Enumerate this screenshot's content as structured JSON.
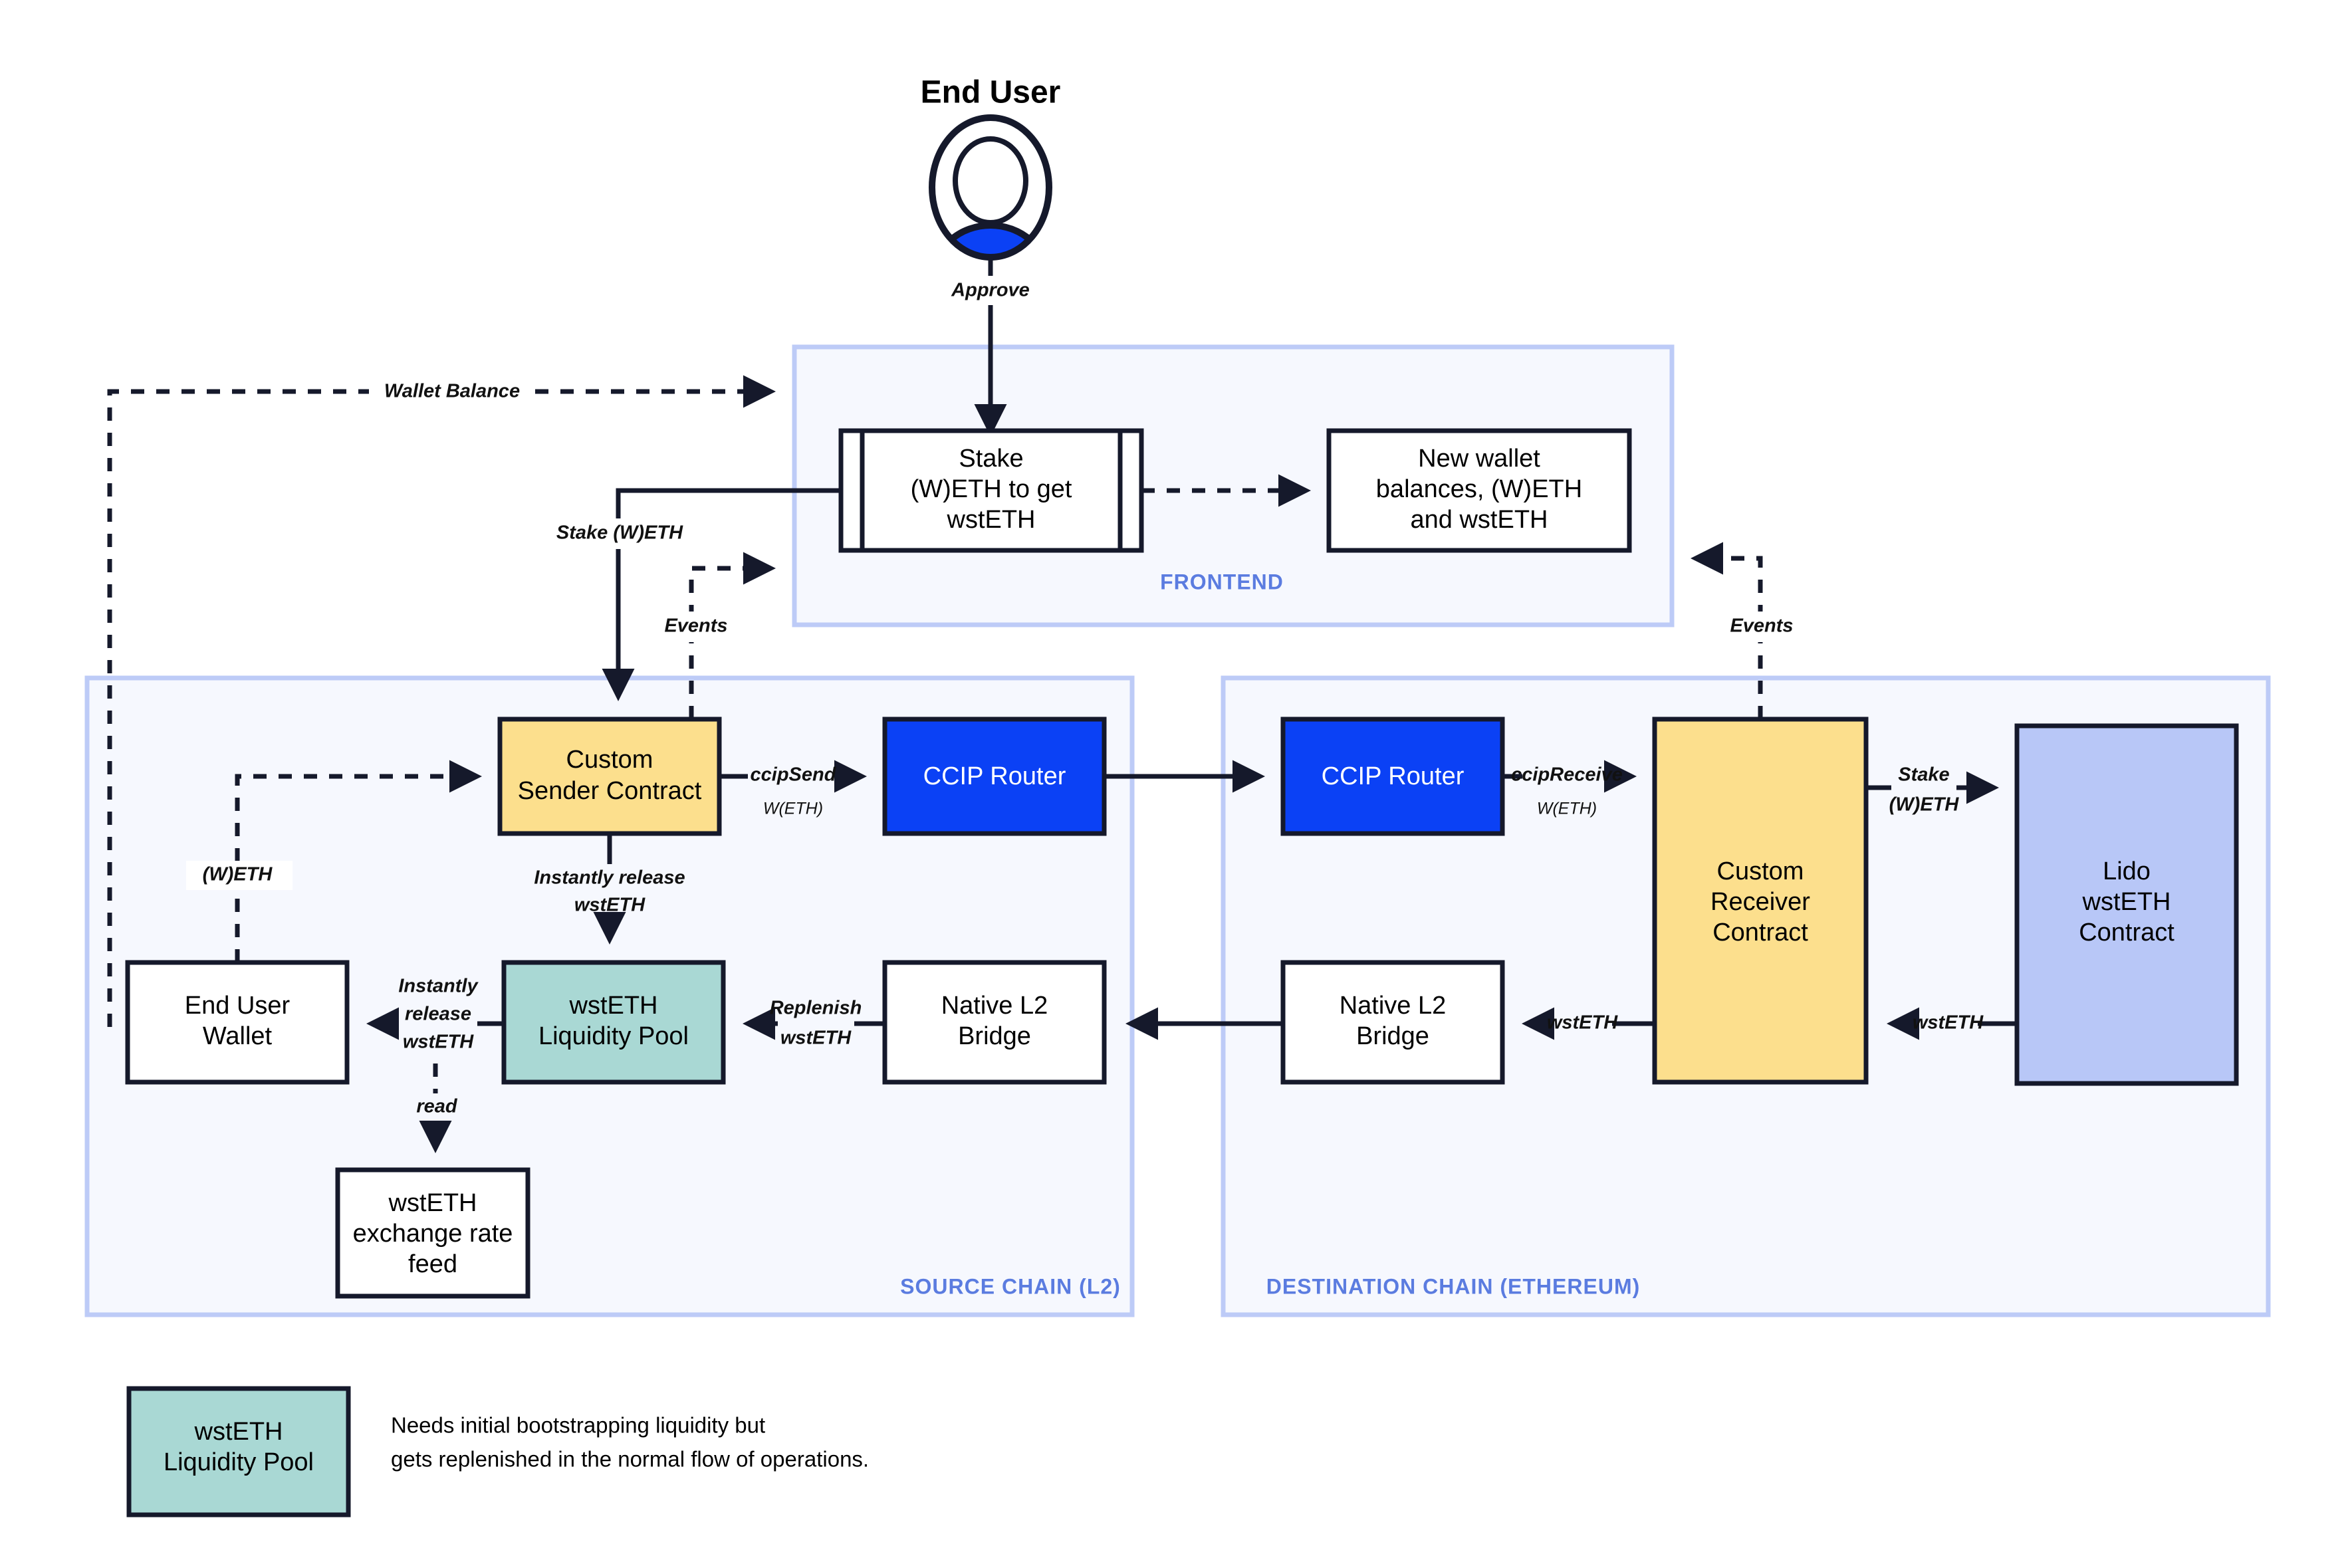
{
  "actor": {
    "title": "End User",
    "icon": "user-avatar-icon",
    "color": "#0b41f5"
  },
  "panels": [
    {
      "id": "frontend",
      "label": "FRONTEND"
    },
    {
      "id": "source-chain",
      "label": "SOURCE CHAIN (L2)"
    },
    {
      "id": "destination-chain",
      "label": "DESTINATION CHAIN (ETHEREUM)"
    }
  ],
  "nodes": {
    "stake_form": {
      "lines": [
        "Stake",
        "(W)ETH to get",
        "wstETH"
      ],
      "fill": "#ffffff",
      "shape": "subroutine"
    },
    "new_balances": {
      "lines": [
        "New wallet",
        "balances, (W)ETH",
        "and wstETH"
      ],
      "fill": "#ffffff",
      "shape": "rect"
    },
    "sender_contract": {
      "lines": [
        "Custom",
        "Sender Contract"
      ],
      "fill": "#fcdf8d",
      "shape": "rect"
    },
    "ccip_router_src": {
      "lines": [
        "CCIP Router"
      ],
      "fill": "#0b41f5",
      "shape": "rect"
    },
    "ccip_router_dst": {
      "lines": [
        "CCIP Router"
      ],
      "fill": "#0b41f5",
      "shape": "rect"
    },
    "receiver_contract": {
      "lines": [
        "Custom",
        "Receiver",
        "Contract"
      ],
      "fill": "#fcdf8d",
      "shape": "rect"
    },
    "lido_contract": {
      "lines": [
        "Lido",
        "wstETH",
        "Contract"
      ],
      "fill": "#b8c7f7",
      "shape": "rect"
    },
    "end_user_wallet": {
      "lines": [
        "End User",
        "Wallet"
      ],
      "fill": "#ffffff",
      "shape": "rect"
    },
    "liquidity_pool": {
      "lines": [
        "wstETH",
        "Liquidity Pool"
      ],
      "fill": "#a9d8d4",
      "shape": "rect"
    },
    "native_bridge_src": {
      "lines": [
        "Native L2",
        "Bridge"
      ],
      "fill": "#ffffff",
      "shape": "rect"
    },
    "native_bridge_dst": {
      "lines": [
        "Native L2",
        "Bridge"
      ],
      "fill": "#ffffff",
      "shape": "rect"
    },
    "exchange_rate_feed": {
      "lines": [
        "wstETH",
        "exchange rate",
        "feed"
      ],
      "fill": "#ffffff",
      "shape": "rect"
    }
  },
  "edges": {
    "approve": {
      "label": "Approve",
      "style": "solid"
    },
    "wallet_balance": {
      "label": "Wallet Balance",
      "style": "dashed"
    },
    "stake_weth": {
      "label": "Stake (W)ETH",
      "style": "solid"
    },
    "events_left": {
      "label": "Events",
      "style": "dashed"
    },
    "events_right": {
      "label": "Events",
      "style": "dashed"
    },
    "ccip_send": {
      "label": "ccipSend",
      "sub": "W(ETH)",
      "style": "solid"
    },
    "ccip_receive": {
      "label": "ccipReceive",
      "sub": "W(ETH)",
      "style": "solid"
    },
    "instant_release_pool": {
      "label": [
        "Instantly release",
        "wstETH"
      ],
      "style": "solid"
    },
    "instant_release_wallet": {
      "label": [
        "Instantly",
        "release",
        "wstETH"
      ],
      "style": "solid"
    },
    "replenish": {
      "label": [
        "Replenish",
        "wstETH"
      ],
      "style": "solid"
    },
    "weth_to_sender": {
      "label": "(W)ETH",
      "style": "dashed"
    },
    "read_feed": {
      "label": "read",
      "style": "dashed"
    },
    "stake_weth_lido": {
      "label": [
        "Stake",
        "(W)ETH"
      ],
      "style": "solid"
    },
    "wsteth_lido_to_receiver": {
      "label": "wstETH",
      "style": "solid"
    },
    "wsteth_receiver_to_bridge": {
      "label": "wstETH",
      "style": "solid"
    }
  },
  "legend": {
    "swatch_lines": [
      "wstETH",
      "Liquidity Pool"
    ],
    "swatch_color": "#a9d8d4",
    "note_lines": [
      "Needs initial bootstrapping liquidity but",
      "gets replenished in the normal flow of operations."
    ]
  }
}
